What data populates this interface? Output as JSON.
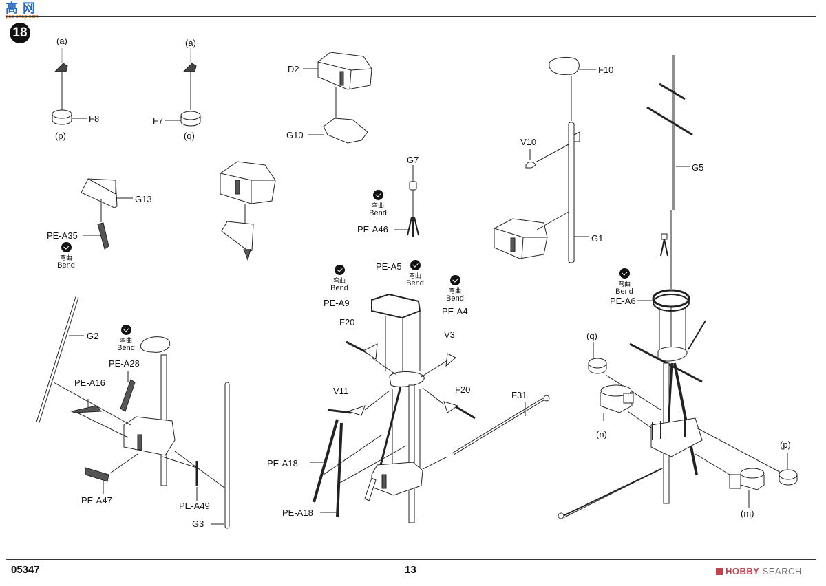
{
  "document": {
    "step_number": "18",
    "product_code": "05347",
    "page_number": "13",
    "watermark": {
      "top": "高 网",
      "bottom": "gao-shop.com"
    },
    "brand": {
      "mark": "HOBBY",
      "rest": " SEARCH"
    }
  },
  "bend_note": {
    "zh": "弯曲",
    "en": "Bend"
  },
  "labels": {
    "a1": "(a)",
    "a2": "(a)",
    "F8": "F8",
    "p1": "(p)",
    "F7": "F7",
    "q1": "(q)",
    "G13": "G13",
    "PE-A35": "PE-A35",
    "D2": "D2",
    "G10": "G10",
    "G7": "G7",
    "PE-A46": "PE-A46",
    "F10": "F10",
    "V10": "V10",
    "G1": "G1",
    "G5": "G5",
    "PE-A6": "PE-A6",
    "G2": "G2",
    "PE-A28": "PE-A28",
    "PE-A16": "PE-A16",
    "PE-A47": "PE-A47",
    "PE-A49": "PE-A49",
    "G3": "G3",
    "PE-A5": "PE-A5",
    "PE-A9": "PE-A9",
    "PE-A4": "PE-A4",
    "F20a": "F20",
    "V3": "V3",
    "V11": "V11",
    "F20b": "F20",
    "F31": "F31",
    "PE-A18a": "PE-A18",
    "PE-A18b": "PE-A18",
    "q2": "(q)",
    "n": "(n)",
    "p2": "(p)",
    "m": "(m)"
  }
}
